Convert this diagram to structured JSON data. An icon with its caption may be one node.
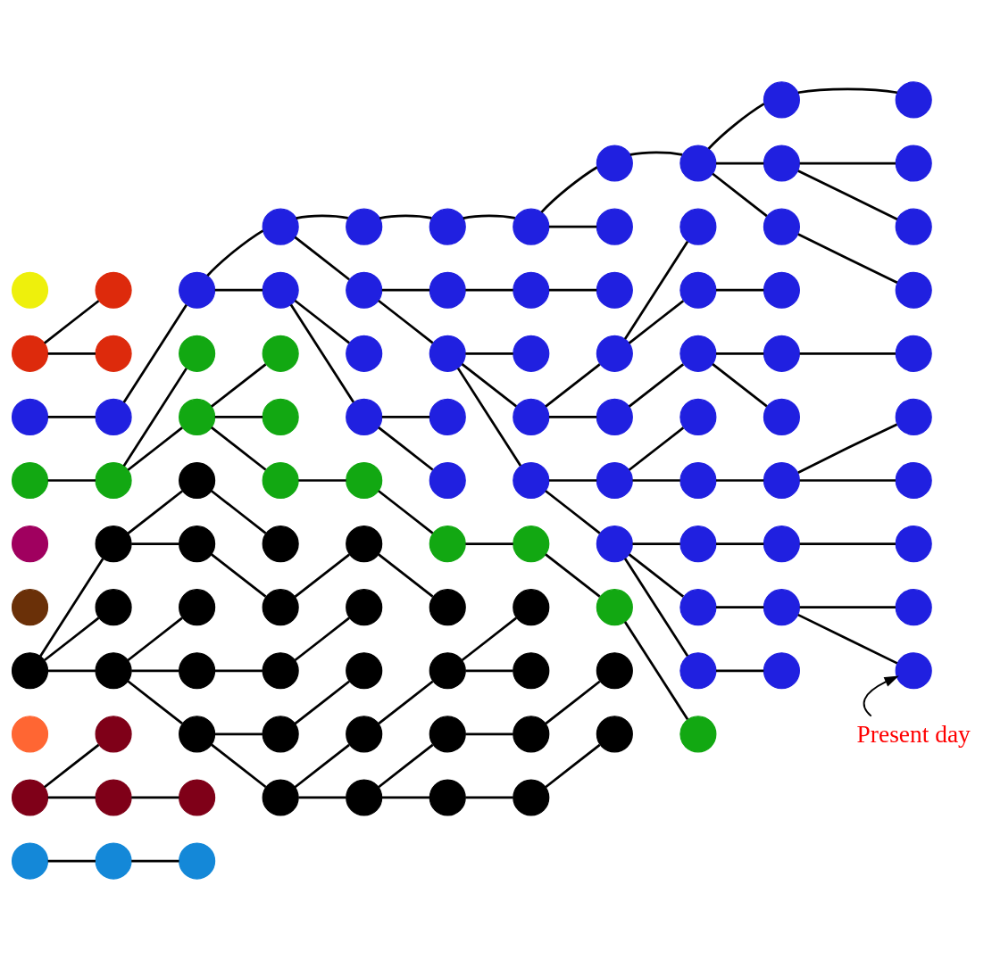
{
  "diagram": {
    "nodes": [
      {
        "text": [],
        "shape": "circle"
      },
      {
        "text": [],
        "shape": "circle"
      },
      {
        "text": [],
        "shape": "circle"
      },
      {
        "text": [],
        "shape": "circle"
      },
      {
        "text": [],
        "shape": "circle"
      },
      {
        "text": [],
        "shape": "circle"
      },
      {
        "text": [],
        "shape": "circle"
      },
      {
        "text": [],
        "shape": "circle"
      },
      {
        "text": [],
        "shape": "circle"
      },
      {
        "text": [],
        "shape": "circle"
      },
      {
        "text": [],
        "shape": "circle"
      },
      {
        "text": [],
        "shape": "circle"
      },
      {
        "text": [],
        "shape": "circle"
      },
      {
        "text": [],
        "shape": "circle"
      },
      {
        "text": [],
        "shape": "circle"
      },
      {
        "text": [],
        "shape": "circle"
      },
      {
        "text": [],
        "shape": "circle"
      },
      {
        "text": [],
        "shape": "circle"
      },
      {
        "text": [],
        "shape": "circle"
      },
      {
        "text": [],
        "shape": "circle"
      },
      {
        "text": [],
        "shape": "circle"
      },
      {
        "text": [],
        "shape": "circle"
      },
      {
        "text": [],
        "shape": "circle"
      },
      {
        "text": [],
        "shape": "circle"
      },
      {
        "text": [],
        "shape": "circle"
      },
      {
        "text": [],
        "shape": "circle"
      },
      {
        "text": [],
        "shape": "circle"
      },
      {
        "text": [],
        "shape": "circle"
      },
      {
        "text": [],
        "shape": "circle"
      },
      {
        "text": [],
        "shape": "circle"
      },
      {
        "text": [],
        "shape": "circle"
      },
      {
        "text": [],
        "shape": "circle"
      },
      {
        "text": [],
        "shape": "circle"
      },
      {
        "text": [],
        "shape": "circle"
      },
      {
        "text": [],
        "shape": "circle"
      },
      {
        "text": [],
        "shape": "circle"
      },
      {
        "text": [],
        "shape": "circle"
      },
      {
        "text": [],
        "shape": "circle"
      },
      {
        "text": [],
        "shape": "circle"
      },
      {
        "text": [],
        "shape": "circle"
      },
      {
        "text": [],
        "shape": "circle"
      },
      {
        "text": [],
        "shape": "circle"
      },
      {
        "text": [],
        "shape": "circle"
      },
      {
        "text": [],
        "shape": "circle"
      },
      {
        "text": [],
        "shape": "circle"
      },
      {
        "text": [],
        "shape": "circle"
      },
      {
        "text": [],
        "shape": "circle"
      },
      {
        "text": [],
        "shape": "circle"
      },
      {
        "text": [],
        "shape": "circle"
      },
      {
        "text": [],
        "shape": "circle"
      },
      {
        "text": [],
        "shape": "circle"
      },
      {
        "text": [],
        "shape": "circle"
      },
      {
        "text": [],
        "shape": "circle"
      },
      {
        "text": [],
        "shape": "circle"
      },
      {
        "text": [],
        "shape": "circle"
      },
      {
        "text": [],
        "shape": "circle"
      },
      {
        "text": [],
        "shape": "circle"
      },
      {
        "text": [],
        "shape": "circle"
      },
      {
        "text": [],
        "shape": "circle"
      },
      {
        "text": [],
        "shape": "circle"
      },
      {
        "text": [],
        "shape": "circle"
      },
      {
        "text": [],
        "shape": "circle"
      },
      {
        "text": [],
        "shape": "circle"
      },
      {
        "text": [],
        "shape": "circle"
      },
      {
        "text": [],
        "shape": "circle"
      },
      {
        "text": [],
        "shape": "circle"
      },
      {
        "text": [],
        "shape": "circle"
      },
      {
        "text": [],
        "shape": "circle"
      },
      {
        "text": [],
        "shape": "circle"
      },
      {
        "text": [],
        "shape": "circle"
      },
      {
        "text": [],
        "shape": "circle"
      },
      {
        "text": [],
        "shape": "circle"
      },
      {
        "text": [],
        "shape": "circle"
      },
      {
        "text": [],
        "shape": "circle"
      },
      {
        "text": [],
        "shape": "circle"
      },
      {
        "text": [],
        "shape": "circle"
      },
      {
        "text": [],
        "shape": "circle"
      },
      {
        "text": [],
        "shape": "circle"
      },
      {
        "text": [],
        "shape": "circle"
      },
      {
        "text": [],
        "shape": "circle"
      },
      {
        "text": [],
        "shape": "circle"
      },
      {
        "text": [],
        "shape": "circle"
      },
      {
        "text": [],
        "shape": "circle"
      },
      {
        "text": [],
        "shape": "circle"
      },
      {
        "text": [],
        "shape": "circle"
      },
      {
        "text": [],
        "shape": "circle"
      },
      {
        "text": [],
        "shape": "circle"
      },
      {
        "text": [],
        "shape": "circle"
      },
      {
        "text": [],
        "shape": "circle"
      },
      {
        "text": [],
        "shape": "circle"
      },
      {
        "text": [],
        "shape": "circle"
      },
      {
        "text": [],
        "shape": "circle"
      },
      {
        "text": [],
        "shape": "circle"
      },
      {
        "text": [],
        "shape": "circle"
      },
      {
        "text": [],
        "shape": "circle"
      },
      {
        "text": [],
        "shape": "circle"
      },
      {
        "text": [],
        "shape": "circle"
      },
      {
        "text": [],
        "shape": "circle"
      },
      {
        "text": [],
        "shape": "circle"
      },
      {
        "text": [],
        "shape": "circle"
      },
      {
        "text": [],
        "shape": "circle"
      },
      {
        "text": [],
        "shape": "circle"
      },
      {
        "text": [],
        "shape": "circle"
      },
      {
        "text": [],
        "shape": "circle"
      },
      {
        "text": [],
        "shape": "circle"
      },
      {
        "text": [],
        "shape": "circle"
      },
      {
        "text": [],
        "shape": "circle"
      },
      {
        "text": [],
        "shape": "circle"
      },
      {
        "text": [],
        "shape": "circle"
      },
      {
        "text": [],
        "shape": "circle"
      },
      {
        "text": [
          "Present day"
        ]
      }
    ],
    "edges": [
      {
        "from": 11,
        "to": 1,
        "arrow": "none"
      },
      {
        "from": 11,
        "to": 12,
        "arrow": "none"
      },
      {
        "from": 22,
        "to": 23,
        "arrow": "none"
      },
      {
        "from": 33,
        "to": 34,
        "arrow": "none"
      },
      {
        "from": 66,
        "to": 45,
        "arrow": "none"
      },
      {
        "from": 66,
        "to": 56,
        "arrow": "none"
      },
      {
        "from": 66,
        "to": 67,
        "arrow": "none"
      },
      {
        "from": 88,
        "to": 78,
        "arrow": "none"
      },
      {
        "from": 88,
        "to": 89,
        "arrow": "none"
      },
      {
        "from": 99,
        "to": 100,
        "arrow": "none"
      },
      {
        "from": 23,
        "to": 2,
        "arrow": "none"
      },
      {
        "from": 34,
        "to": 13,
        "arrow": "none"
      },
      {
        "from": 34,
        "to": 24,
        "arrow": "none"
      },
      {
        "from": 45,
        "to": 35,
        "arrow": "none"
      },
      {
        "from": 45,
        "to": 46,
        "arrow": "none"
      },
      {
        "from": 67,
        "to": 57,
        "arrow": "none"
      },
      {
        "from": 67,
        "to": 68,
        "arrow": "none"
      },
      {
        "from": 67,
        "to": 79,
        "arrow": "none"
      },
      {
        "from": 89,
        "to": 90,
        "arrow": "none"
      },
      {
        "from": 100,
        "to": 101,
        "arrow": "none"
      },
      {
        "from": 2,
        "to": 3,
        "arrow": "none"
      },
      {
        "from": 2,
        "to": 14,
        "arrow": "none"
      },
      {
        "from": 24,
        "to": 25,
        "arrow": "none"
      },
      {
        "from": 24,
        "to": 36,
        "arrow": "none"
      },
      {
        "from": 24,
        "to": 47,
        "arrow": "none"
      },
      {
        "from": 35,
        "to": 58,
        "arrow": "none"
      },
      {
        "from": 46,
        "to": 69,
        "arrow": "none"
      },
      {
        "from": 68,
        "to": 80,
        "arrow": "none"
      },
      {
        "from": 79,
        "to": 91,
        "arrow": "none"
      },
      {
        "from": 79,
        "to": 102,
        "arrow": "none"
      },
      {
        "from": 3,
        "to": 4,
        "arrow": "none"
      },
      {
        "from": 3,
        "to": 15,
        "arrow": "none"
      },
      {
        "from": 14,
        "to": 26,
        "arrow": "none"
      },
      {
        "from": 14,
        "to": 37,
        "arrow": "none"
      },
      {
        "from": 47,
        "to": 48,
        "arrow": "none"
      },
      {
        "from": 69,
        "to": 59,
        "arrow": "none"
      },
      {
        "from": 80,
        "to": 70,
        "arrow": "none"
      },
      {
        "from": 91,
        "to": 81,
        "arrow": "none"
      },
      {
        "from": 102,
        "to": 92,
        "arrow": "none"
      },
      {
        "from": 102,
        "to": 103,
        "arrow": "none"
      },
      {
        "from": 4,
        "to": 5,
        "arrow": "none"
      },
      {
        "from": 15,
        "to": 16,
        "arrow": "none"
      },
      {
        "from": 15,
        "to": 27,
        "arrow": "none"
      },
      {
        "from": 37,
        "to": 38,
        "arrow": "none"
      },
      {
        "from": 37,
        "to": 49,
        "arrow": "none"
      },
      {
        "from": 48,
        "to": 60,
        "arrow": "none"
      },
      {
        "from": 59,
        "to": 71,
        "arrow": "none"
      },
      {
        "from": 92,
        "to": 82,
        "arrow": "none"
      },
      {
        "from": 103,
        "to": 93,
        "arrow": "none"
      },
      {
        "from": 103,
        "to": 104,
        "arrow": "none"
      },
      {
        "from": 5,
        "to": 6,
        "arrow": "none"
      },
      {
        "from": 16,
        "to": 17,
        "arrow": "none"
      },
      {
        "from": 27,
        "to": 28,
        "arrow": "none"
      },
      {
        "from": 27,
        "to": 39,
        "arrow": "none"
      },
      {
        "from": 27,
        "to": 50,
        "arrow": "none"
      },
      {
        "from": 60,
        "to": 61,
        "arrow": "none"
      },
      {
        "from": 82,
        "to": 72,
        "arrow": "none"
      },
      {
        "from": 82,
        "to": 83,
        "arrow": "none"
      },
      {
        "from": 93,
        "to": 94,
        "arrow": "none"
      },
      {
        "from": 104,
        "to": 105,
        "arrow": "none"
      },
      {
        "from": 6,
        "to": 7,
        "arrow": "none"
      },
      {
        "from": 6,
        "to": 18,
        "arrow": "none"
      },
      {
        "from": 17,
        "to": 29,
        "arrow": "none"
      },
      {
        "from": 39,
        "to": 40,
        "arrow": "none"
      },
      {
        "from": 39,
        "to": 51,
        "arrow": "none"
      },
      {
        "from": 50,
        "to": 62,
        "arrow": "none"
      },
      {
        "from": 50,
        "to": 73,
        "arrow": "none"
      },
      {
        "from": 61,
        "to": 84,
        "arrow": "none"
      },
      {
        "from": 94,
        "to": 95,
        "arrow": "none"
      },
      {
        "from": 105,
        "to": 106,
        "arrow": "none"
      },
      {
        "from": 7,
        "to": 8,
        "arrow": "none"
      },
      {
        "from": 40,
        "to": 19,
        "arrow": "none"
      },
      {
        "from": 40,
        "to": 30,
        "arrow": "none"
      },
      {
        "from": 51,
        "to": 41,
        "arrow": "none"
      },
      {
        "from": 62,
        "to": 52,
        "arrow": "none"
      },
      {
        "from": 62,
        "to": 63,
        "arrow": "none"
      },
      {
        "from": 73,
        "to": 74,
        "arrow": "none"
      },
      {
        "from": 73,
        "to": 85,
        "arrow": "none"
      },
      {
        "from": 73,
        "to": 96,
        "arrow": "none"
      },
      {
        "from": 84,
        "to": 107,
        "arrow": "none"
      },
      {
        "from": 8,
        "to": 9,
        "arrow": "none"
      },
      {
        "from": 8,
        "to": 20,
        "arrow": "none"
      },
      {
        "from": 8,
        "to": 31,
        "arrow": "none"
      },
      {
        "from": 30,
        "to": 42,
        "arrow": "none"
      },
      {
        "from": 41,
        "to": 53,
        "arrow": "none"
      },
      {
        "from": 41,
        "to": 64,
        "arrow": "none"
      },
      {
        "from": 63,
        "to": 75,
        "arrow": "none"
      },
      {
        "from": 74,
        "to": 86,
        "arrow": "none"
      },
      {
        "from": 85,
        "to": 97,
        "arrow": "none"
      },
      {
        "from": 96,
        "to": 108,
        "arrow": "none"
      },
      {
        "from": 9,
        "to": 10,
        "arrow": "none"
      },
      {
        "from": 20,
        "to": 21,
        "arrow": "none"
      },
      {
        "from": 20,
        "to": 32,
        "arrow": "none"
      },
      {
        "from": 31,
        "to": 43,
        "arrow": "none"
      },
      {
        "from": 53,
        "to": 54,
        "arrow": "none"
      },
      {
        "from": 75,
        "to": 65,
        "arrow": "none"
      },
      {
        "from": 75,
        "to": 76,
        "arrow": "none"
      },
      {
        "from": 86,
        "to": 87,
        "arrow": "none"
      },
      {
        "from": 97,
        "to": 98,
        "arrow": "none"
      },
      {
        "from": 97,
        "to": 109,
        "arrow": "none"
      },
      {
        "from": 110,
        "to": 109,
        "arrow": "to"
      }
    ]
  }
}
